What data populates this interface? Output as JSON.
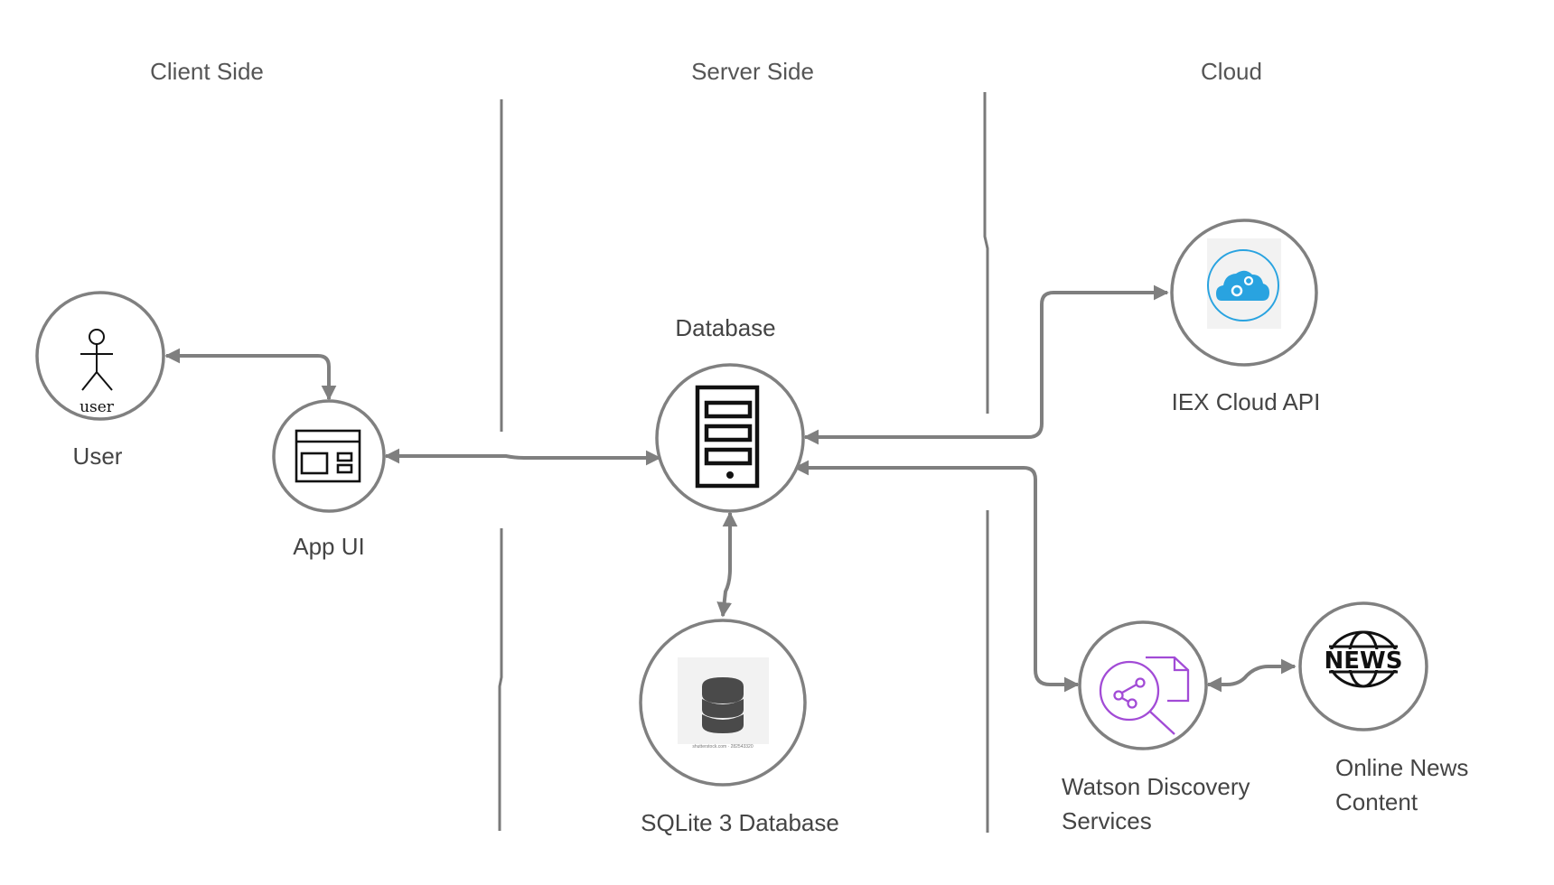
{
  "zones": {
    "client": "Client Side",
    "server": "Server Side",
    "cloud": "Cloud"
  },
  "nodes": {
    "user": {
      "label": "User",
      "icon": "user-stick-figure-icon",
      "icon_text": "user"
    },
    "app_ui": {
      "label": "App UI",
      "icon": "app-window-icon"
    },
    "database": {
      "label": "Database",
      "icon": "server-rack-icon"
    },
    "sqlite": {
      "label": "SQLite 3 Database",
      "icon": "database-cylinder-icon",
      "watermark": "shutterstock.com · 282543320"
    },
    "iex": {
      "label": "IEX Cloud API",
      "icon": "cloud-gear-icon"
    },
    "watson": {
      "label_line1": "Watson Discovery",
      "label_line2": "Services",
      "icon": "watson-discovery-icon"
    },
    "news": {
      "label_line1": "Online News",
      "label_line2": "Content",
      "icon": "news-globe-icon",
      "icon_text": "NEWS"
    }
  },
  "colors": {
    "connector": "#7f7f7f",
    "ring": "#808080",
    "cloud_blue": "#29a3e0",
    "watson_purple": "#a24bd6"
  }
}
